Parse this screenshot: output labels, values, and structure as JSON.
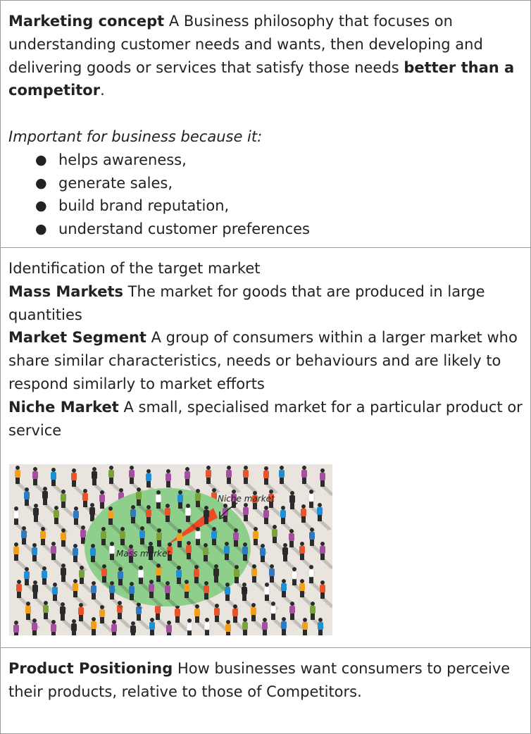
{
  "cell1": {
    "term": "Marketing concept",
    "def_start": " A Business philosophy that focuses on understanding customer needs and wants, then developing and delivering goods or services that satisfy those needs ",
    "def_emph": "better than a competitor",
    "def_end": ".",
    "important_heading": "Important for business because it:",
    "bullets": [
      "helps awareness,",
      "generate sales,",
      "build brand reputation,",
      "understand customer preferences"
    ],
    "bullet_glyph": "●"
  },
  "cell2": {
    "intro": "Identification of the target market",
    "mass_term": "Mass Markets",
    "mass_def": " The market for goods that are produced in large quantities",
    "segment_term": "Market Segment",
    "segment_def": " A group of consumers within a larger market who share similar characteristics, needs or behaviours and are likely to respond similarly to market efforts",
    "niche_term": "Niche Market",
    "niche_def": " A small, specialised market for a particular product or service",
    "illustration": {
      "niche_label": "Niche market",
      "mass_label": "Mass market",
      "circle_color": "#8fcf8c",
      "wedge_color": "#f04a24",
      "background_color": "#e9e5de",
      "person_colors": [
        "#2a2a2a",
        "#2e7bc4",
        "#e8552b",
        "#a64fa0",
        "#f2a01b",
        "#7ba33b",
        "#ffffff",
        "#1f8fd6"
      ]
    }
  },
  "cell3": {
    "term": "Product Positioning",
    "def": " How businesses want consumers to perceive their products, relative to those of Competitors."
  }
}
